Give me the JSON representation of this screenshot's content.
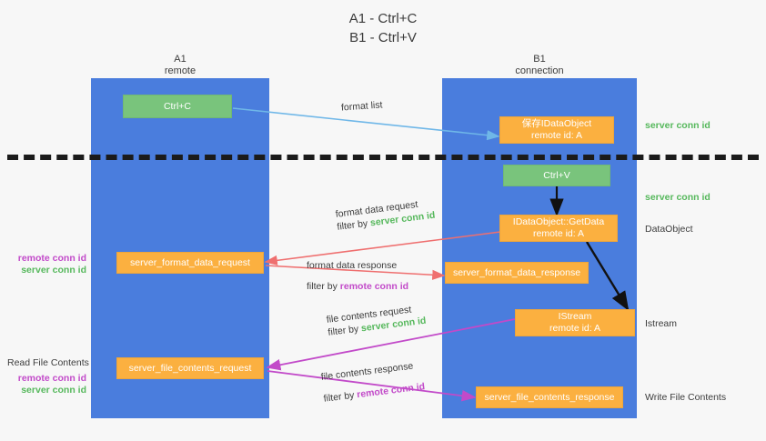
{
  "title": {
    "line1": "A1 - Ctrl+C",
    "line2": "B1 - Ctrl+V"
  },
  "lanes": [
    {
      "name": "A1",
      "sub": "remote"
    },
    {
      "name": "B1",
      "sub": "connection"
    }
  ],
  "colors": {
    "lane": "#4a7ddd",
    "green_box": "#79c47c",
    "orange_box": "#fbb040",
    "server_conn_id": "#56b85c",
    "remote_conn_id": "#c24ac9",
    "arrow_blue": "#6fb7e8",
    "arrow_red": "#ef6f6f",
    "arrow_magenta": "#c24ac9",
    "arrow_black": "#111111",
    "background": "#f7f7f7"
  },
  "boxes": {
    "ctrl_c": {
      "line1": "Ctrl+C"
    },
    "save_idataobject": {
      "line1": "保存IDataObject",
      "line2": "remote id: A"
    },
    "ctrl_v": {
      "line1": "Ctrl+V"
    },
    "getdata": {
      "line1": "IDataObject::GetData",
      "line2": "remote id: A"
    },
    "istream": {
      "line1": "IStream",
      "line2": "remote id: A"
    },
    "server_format_data_request": {
      "line1": "server_format_data_request"
    },
    "server_format_data_response": {
      "line1": "server_format_data_response"
    },
    "server_file_contents_request": {
      "line1": "server_file_contents_request"
    },
    "server_file_contents_response": {
      "line1": "server_file_contents_response"
    }
  },
  "edge_labels": {
    "format_list": "format list",
    "format_data_request": {
      "line1": "format data request",
      "prefix": "filter by ",
      "key": "server conn id"
    },
    "format_data_response": {
      "line1": "format data response",
      "prefix": "filter by ",
      "key": "remote conn id"
    },
    "file_contents_request": {
      "line1": "file contents request",
      "prefix": "filter by ",
      "key": "server conn id"
    },
    "file_contents_response": {
      "line1": "file contents response",
      "prefix": "filter by ",
      "key": "remote conn id"
    }
  },
  "right_labels": {
    "server_conn_id_top": "server conn id",
    "server_conn_id_mid": "server conn id",
    "dataobject": "DataObject",
    "istream": "Istream",
    "write_file_contents": "Write File Contents"
  },
  "left_labels": {
    "pair_top": {
      "remote": "remote conn id",
      "server": "server conn id"
    },
    "read_file_contents": "Read File Contents",
    "pair_bottom": {
      "remote": "remote conn id",
      "server": "server conn id"
    }
  }
}
